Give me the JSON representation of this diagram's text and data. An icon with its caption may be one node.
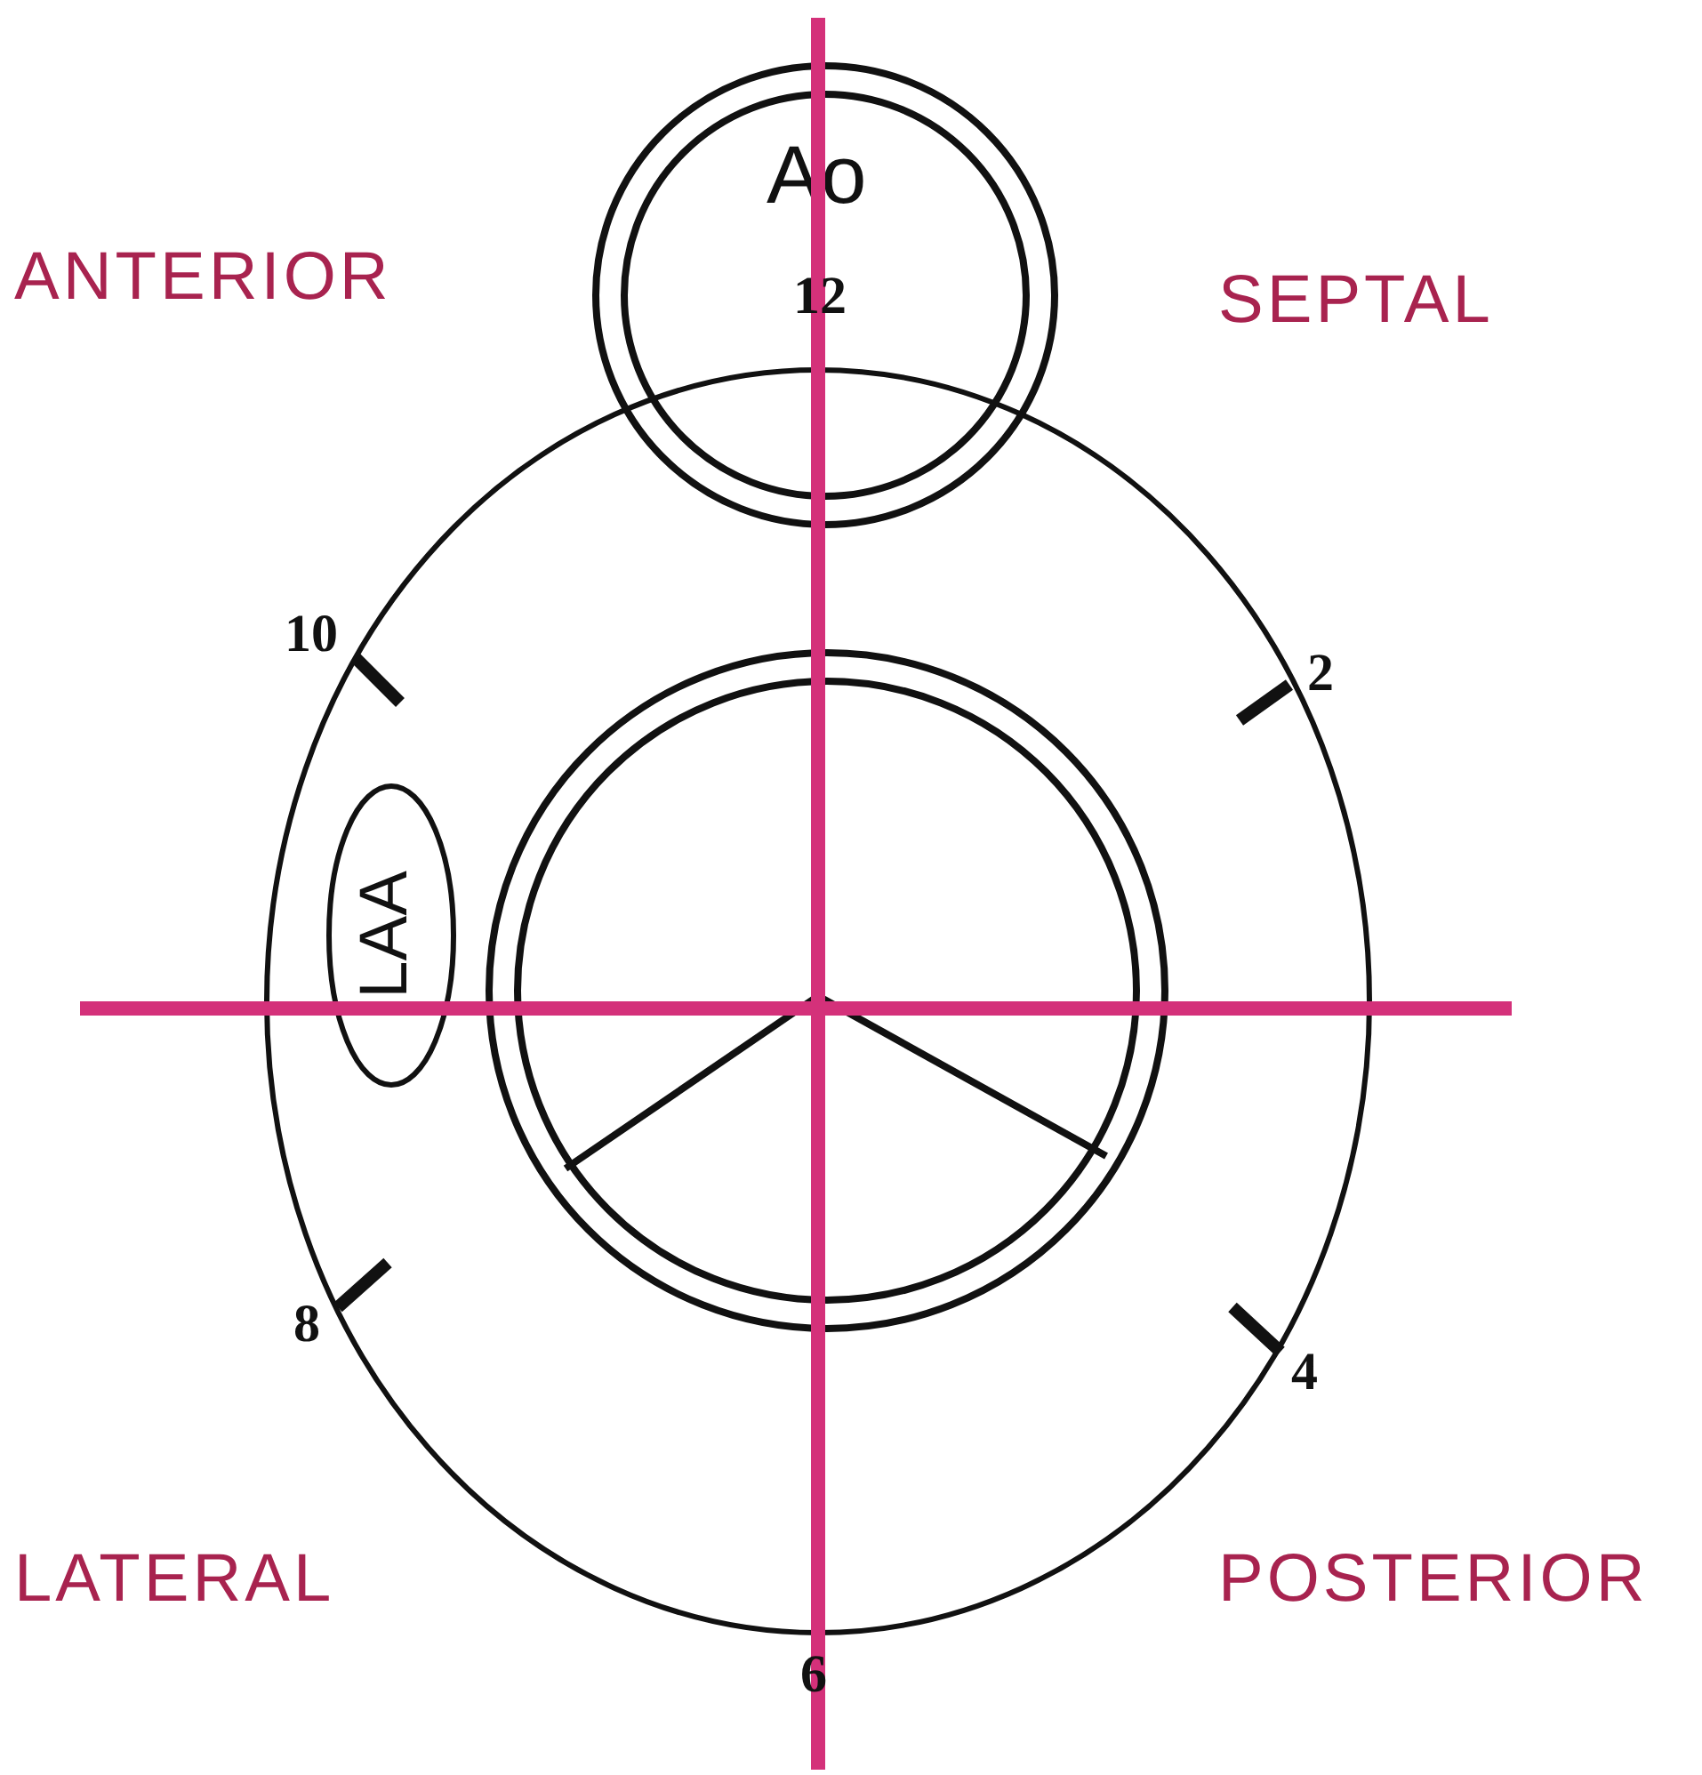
{
  "diagram": {
    "nodes": [
      {
        "text": [
          "Ao"
        ]
      },
      {
        "text": [
          "LAA"
        ]
      }
    ],
    "labels": [
      "ANTERIOR",
      "12",
      "SEPTAL",
      "10",
      "2",
      "8",
      "4",
      "LATERAL",
      "POSTERIOR",
      "6"
    ]
  }
}
